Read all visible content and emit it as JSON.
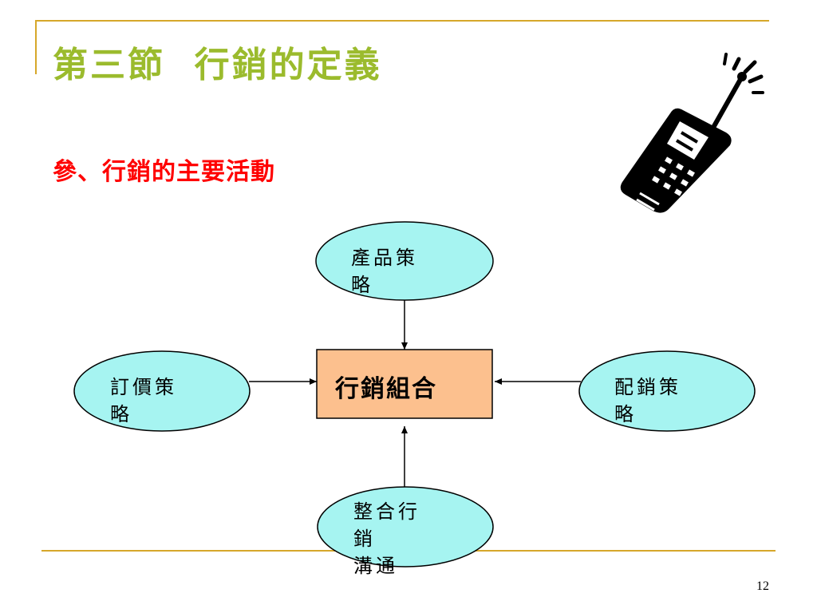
{
  "colors": {
    "rule": "#d6a72a",
    "title": "#9bbb2d",
    "subtitle": "#ff0000",
    "ellipse_fill": "#a6f4f1",
    "box_fill": "#fcc08e",
    "stroke": "#000000"
  },
  "slide": {
    "title": "第三節  行銷的定義",
    "subtitle": "參、行銷的主要活動",
    "page_number": "12",
    "icon": "mobile-phone-icon"
  },
  "diagram": {
    "center": {
      "label": "行銷組合"
    },
    "nodes": [
      {
        "id": "product",
        "position": "top",
        "lines": [
          "產品策",
          "略"
        ]
      },
      {
        "id": "pricing",
        "position": "left",
        "lines": [
          "訂價策",
          "略"
        ]
      },
      {
        "id": "distribution",
        "position": "right",
        "lines": [
          "配銷策",
          "略"
        ]
      },
      {
        "id": "communication",
        "position": "bottom",
        "lines": [
          "整合行",
          "銷",
          "溝通"
        ]
      }
    ]
  }
}
